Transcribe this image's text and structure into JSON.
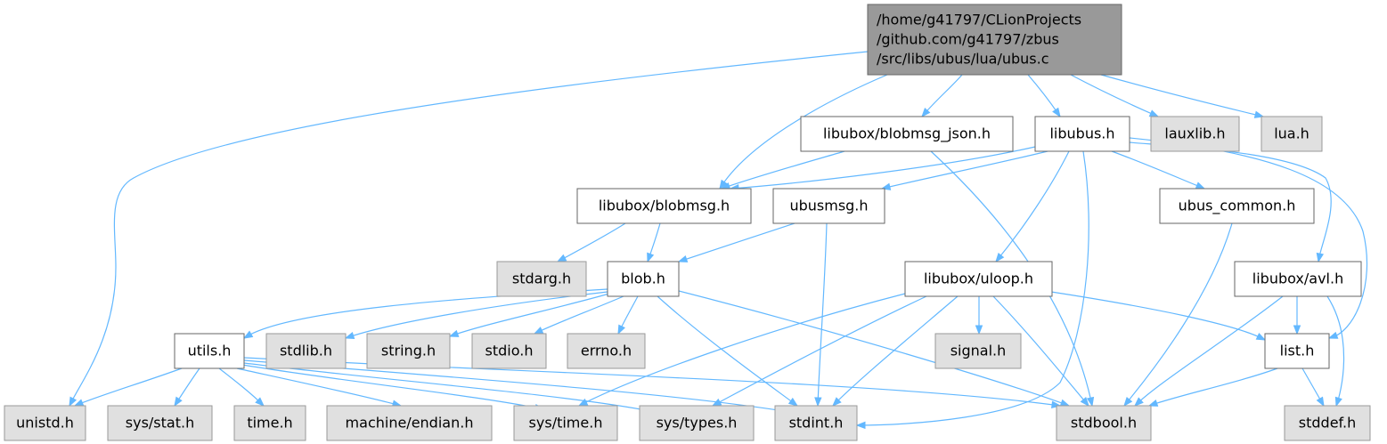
{
  "diagram": {
    "type": "include-dependency-graph",
    "colors": {
      "root_fill": "#999999",
      "root_border": "#666666",
      "file_fill": "#ffffff",
      "file_border": "#666666",
      "external_fill": "#e0e0e0",
      "external_border": "#999999",
      "edge": "#63b8ff"
    },
    "nodes": [
      {
        "id": "root",
        "kind": "root",
        "lines": [
          "/home/g41797/CLionProjects",
          "/github.com/g41797/zbus",
          "/src/libs/ubus/lua/ubus.c"
        ]
      },
      {
        "id": "blobmsg_json",
        "kind": "file",
        "lines": [
          "libubox/blobmsg_json.h"
        ]
      },
      {
        "id": "libubus",
        "kind": "file",
        "lines": [
          "libubus.h"
        ]
      },
      {
        "id": "lauxlib",
        "kind": "external",
        "lines": [
          "lauxlib.h"
        ]
      },
      {
        "id": "lua",
        "kind": "external",
        "lines": [
          "lua.h"
        ]
      },
      {
        "id": "blobmsg",
        "kind": "file",
        "lines": [
          "libubox/blobmsg.h"
        ]
      },
      {
        "id": "ubusmsg",
        "kind": "file",
        "lines": [
          "ubusmsg.h"
        ]
      },
      {
        "id": "ubus_common",
        "kind": "file",
        "lines": [
          "ubus_common.h"
        ]
      },
      {
        "id": "stdarg",
        "kind": "external",
        "lines": [
          "stdarg.h"
        ]
      },
      {
        "id": "blob",
        "kind": "file",
        "lines": [
          "blob.h"
        ]
      },
      {
        "id": "uloop",
        "kind": "file",
        "lines": [
          "libubox/uloop.h"
        ]
      },
      {
        "id": "avl",
        "kind": "file",
        "lines": [
          "libubox/avl.h"
        ]
      },
      {
        "id": "utils",
        "kind": "file",
        "lines": [
          "utils.h"
        ]
      },
      {
        "id": "stdlib",
        "kind": "external",
        "lines": [
          "stdlib.h"
        ]
      },
      {
        "id": "string",
        "kind": "external",
        "lines": [
          "string.h"
        ]
      },
      {
        "id": "stdio",
        "kind": "external",
        "lines": [
          "stdio.h"
        ]
      },
      {
        "id": "errno",
        "kind": "external",
        "lines": [
          "errno.h"
        ]
      },
      {
        "id": "signal",
        "kind": "external",
        "lines": [
          "signal.h"
        ]
      },
      {
        "id": "list",
        "kind": "file",
        "lines": [
          "list.h"
        ]
      },
      {
        "id": "unistd",
        "kind": "external",
        "lines": [
          "unistd.h"
        ]
      },
      {
        "id": "sys_stat",
        "kind": "external",
        "lines": [
          "sys/stat.h"
        ]
      },
      {
        "id": "time",
        "kind": "external",
        "lines": [
          "time.h"
        ]
      },
      {
        "id": "machine_endian",
        "kind": "external",
        "lines": [
          "machine/endian.h"
        ]
      },
      {
        "id": "sys_time",
        "kind": "external",
        "lines": [
          "sys/time.h"
        ]
      },
      {
        "id": "sys_types",
        "kind": "external",
        "lines": [
          "sys/types.h"
        ]
      },
      {
        "id": "stdint",
        "kind": "external",
        "lines": [
          "stdint.h"
        ]
      },
      {
        "id": "stdbool",
        "kind": "external",
        "lines": [
          "stdbool.h"
        ]
      },
      {
        "id": "stddef",
        "kind": "external",
        "lines": [
          "stddef.h"
        ]
      }
    ],
    "edges": [
      {
        "from": "root",
        "to": "unistd"
      },
      {
        "from": "root",
        "to": "blobmsg"
      },
      {
        "from": "root",
        "to": "blobmsg_json"
      },
      {
        "from": "root",
        "to": "libubus"
      },
      {
        "from": "root",
        "to": "lauxlib"
      },
      {
        "from": "root",
        "to": "lua"
      },
      {
        "from": "blobmsg_json",
        "to": "blobmsg"
      },
      {
        "from": "blobmsg_json",
        "to": "stdbool"
      },
      {
        "from": "libubus",
        "to": "blobmsg"
      },
      {
        "from": "libubus",
        "to": "ubusmsg"
      },
      {
        "from": "libubus",
        "to": "ubus_common"
      },
      {
        "from": "libubus",
        "to": "uloop"
      },
      {
        "from": "libubus",
        "to": "avl"
      },
      {
        "from": "libubus",
        "to": "list"
      },
      {
        "from": "libubus",
        "to": "stdint"
      },
      {
        "from": "blobmsg",
        "to": "stdarg"
      },
      {
        "from": "blobmsg",
        "to": "blob"
      },
      {
        "from": "ubusmsg",
        "to": "blob"
      },
      {
        "from": "ubusmsg",
        "to": "stdint"
      },
      {
        "from": "ubus_common",
        "to": "stdbool"
      },
      {
        "from": "blob",
        "to": "utils"
      },
      {
        "from": "blob",
        "to": "stdlib"
      },
      {
        "from": "blob",
        "to": "string"
      },
      {
        "from": "blob",
        "to": "stdio"
      },
      {
        "from": "blob",
        "to": "errno"
      },
      {
        "from": "blob",
        "to": "stdint"
      },
      {
        "from": "blob",
        "to": "stdbool"
      },
      {
        "from": "uloop",
        "to": "sys_time"
      },
      {
        "from": "uloop",
        "to": "sys_types"
      },
      {
        "from": "uloop",
        "to": "stdint"
      },
      {
        "from": "uloop",
        "to": "signal"
      },
      {
        "from": "uloop",
        "to": "stdbool"
      },
      {
        "from": "uloop",
        "to": "list"
      },
      {
        "from": "avl",
        "to": "list"
      },
      {
        "from": "avl",
        "to": "stdbool"
      },
      {
        "from": "avl",
        "to": "stddef"
      },
      {
        "from": "list",
        "to": "stdbool"
      },
      {
        "from": "list",
        "to": "stddef"
      },
      {
        "from": "utils",
        "to": "unistd"
      },
      {
        "from": "utils",
        "to": "sys_stat"
      },
      {
        "from": "utils",
        "to": "time"
      },
      {
        "from": "utils",
        "to": "machine_endian"
      },
      {
        "from": "utils",
        "to": "sys_time"
      },
      {
        "from": "utils",
        "to": "sys_types"
      },
      {
        "from": "utils",
        "to": "stdint"
      },
      {
        "from": "utils",
        "to": "stdbool"
      }
    ]
  }
}
